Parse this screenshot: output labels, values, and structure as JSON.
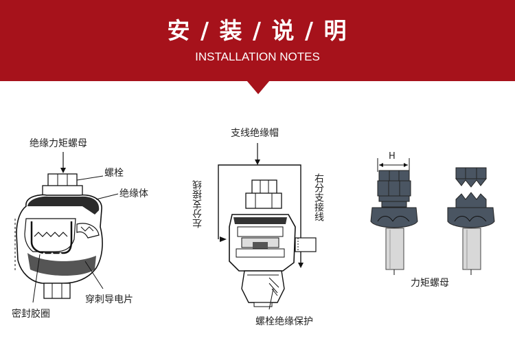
{
  "header": {
    "title": "安 / 装 / 说 / 明",
    "subtitle": "INSTALLATION NOTES",
    "background_color": "#a6121b"
  },
  "diagram_left": {
    "labels": {
      "torque_nut": "绝缘力矩螺母",
      "bolt": "螺栓",
      "insulator": "绝缘体",
      "piercing_blade": "穿刺导电片",
      "sealing_ring": "密封胶圈"
    }
  },
  "diagram_middle": {
    "labels": {
      "branch_cap": "支线绝缘帽",
      "left_branch": "左分支接线",
      "right_branch": "右分支接线",
      "bolt_protection": "螺栓绝缘保护"
    }
  },
  "diagram_right": {
    "labels": {
      "h_marker": "H",
      "torque_nut": "力矩螺母"
    },
    "colors": {
      "nut": "#4a5562",
      "shaft": "#d8d8d8"
    }
  }
}
